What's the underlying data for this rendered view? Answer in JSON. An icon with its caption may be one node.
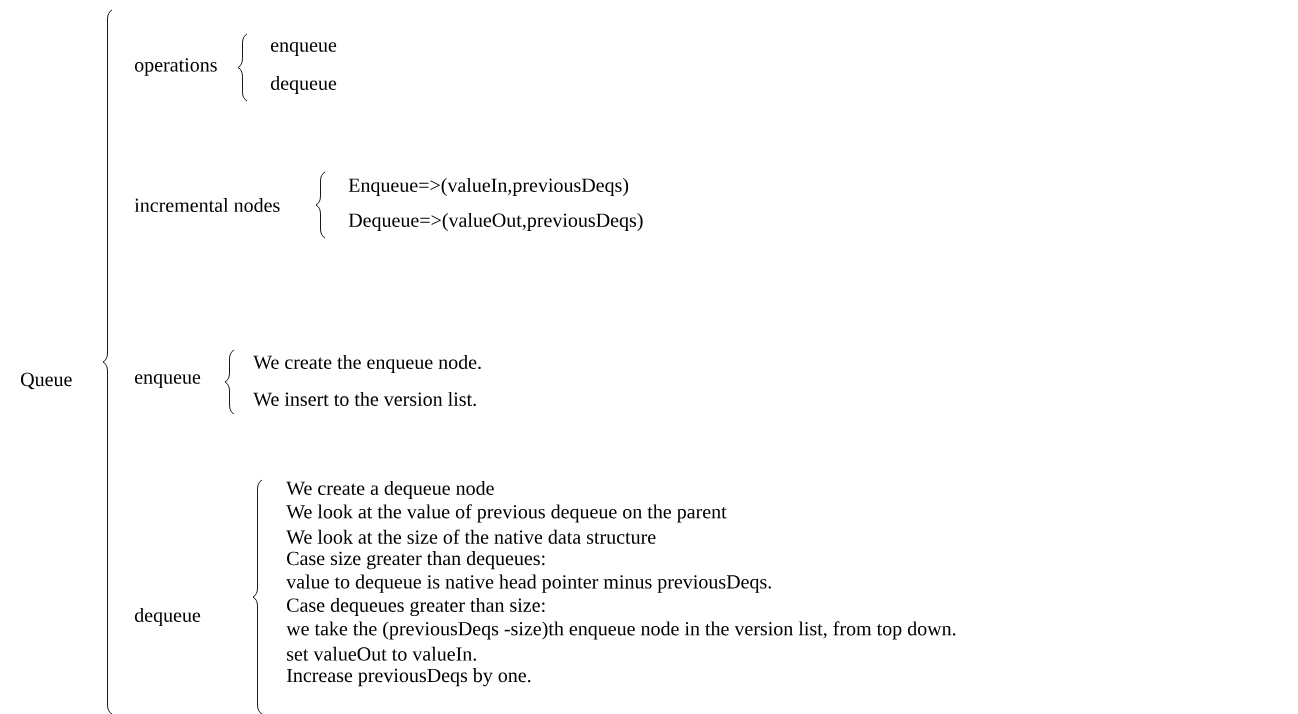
{
  "diagram": {
    "labels": [
      "Queue",
      "operations",
      "enqueue",
      "dequeue",
      "incremental nodes",
      "Enqueue=>(valueIn,previousDeqs)",
      "Dequeue=>(valueOut,previousDeqs)",
      "enqueue",
      "We create the enqueue node.",
      "We insert to the version list.",
      "dequeue",
      "We create a dequeue node",
      "We look at the value of previous dequeue on the parent",
      "We look at the size of the native data structure",
      "Case size greater than dequeues:",
      "value to dequeue is native head pointer minus previousDeqs.",
      "Case dequeues greater than size:",
      "we take the (previousDeqs -size)th enqueue node in the version list, from top down.",
      "set valueOut to valueIn.",
      "Increase previousDeqs by one."
    ]
  }
}
